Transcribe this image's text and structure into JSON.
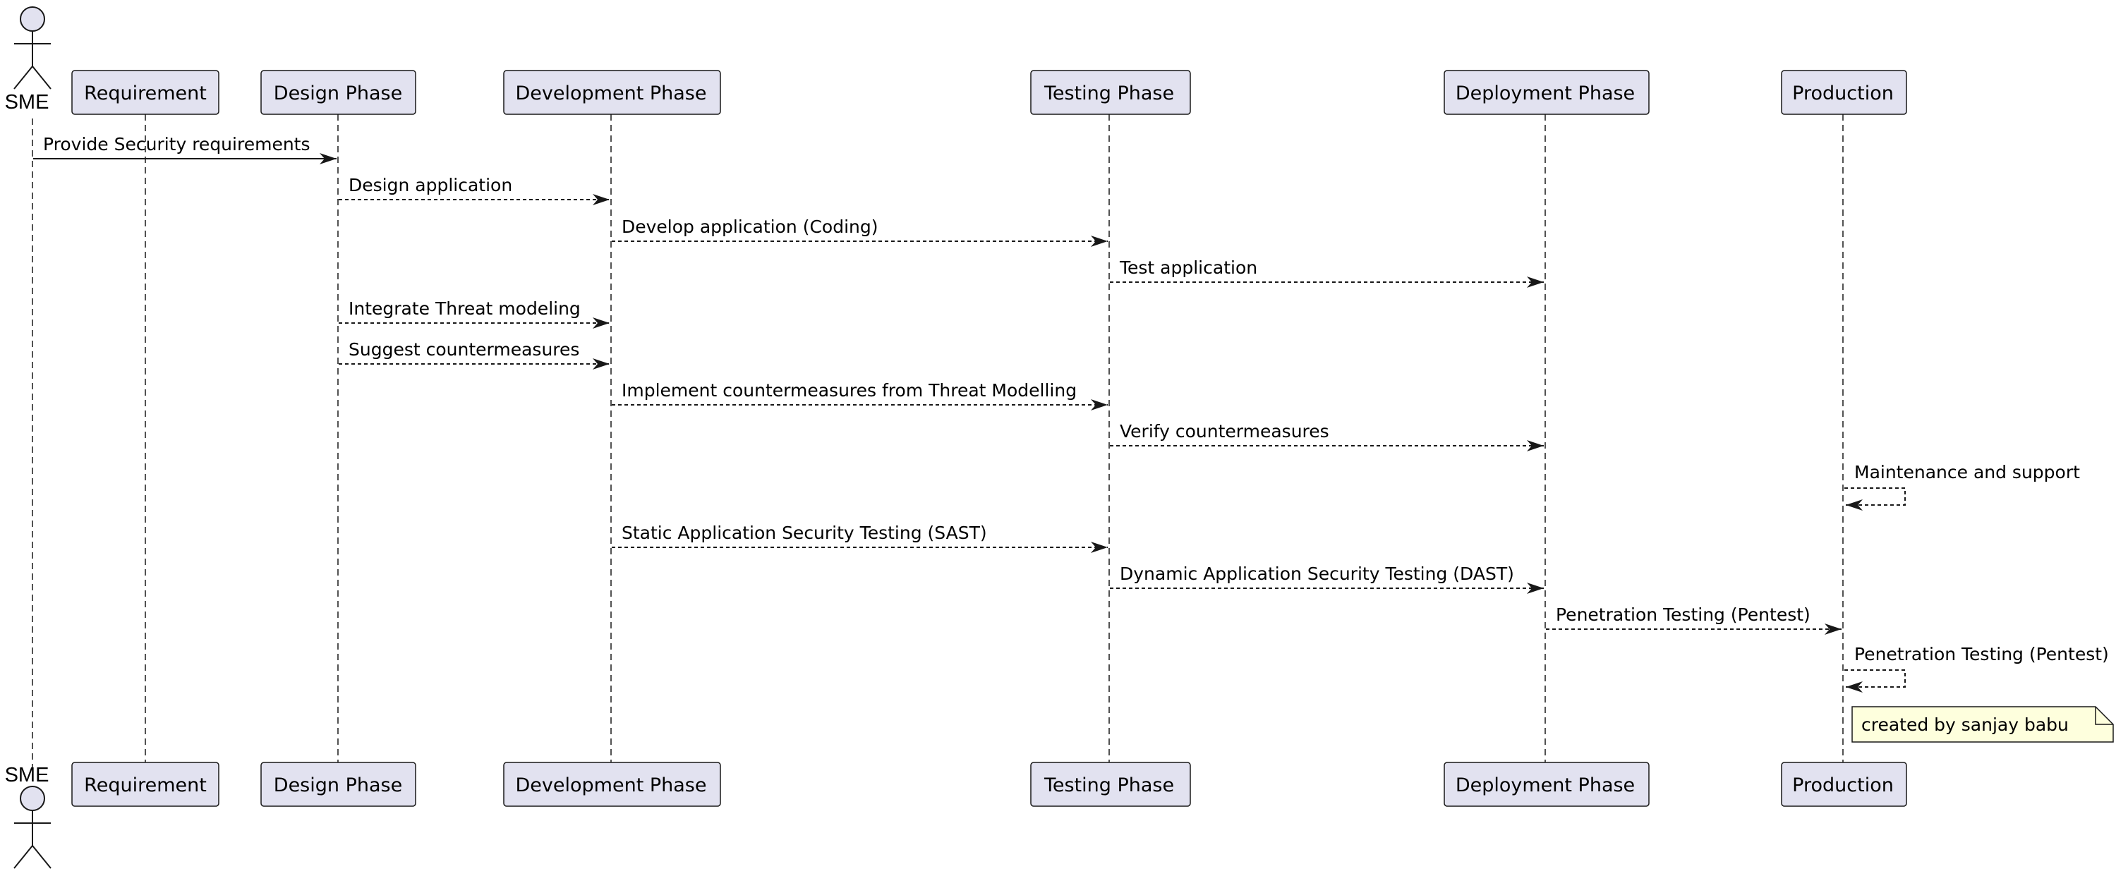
{
  "actor": {
    "name": "SME"
  },
  "participants": [
    {
      "id": "requirement",
      "label": "Requirement"
    },
    {
      "id": "design",
      "label": "Design Phase"
    },
    {
      "id": "development",
      "label": "Development Phase"
    },
    {
      "id": "testing",
      "label": "Testing Phase"
    },
    {
      "id": "deployment",
      "label": "Deployment Phase"
    },
    {
      "id": "production",
      "label": "Production"
    }
  ],
  "messages": [
    {
      "from": "sme",
      "to": "design",
      "label": "Provide Security requirements",
      "style": "solid"
    },
    {
      "from": "design",
      "to": "development",
      "label": "Design application",
      "style": "dotted"
    },
    {
      "from": "development",
      "to": "testing",
      "label": "Develop application (Coding)",
      "style": "dotted"
    },
    {
      "from": "testing",
      "to": "deployment",
      "label": "Test application",
      "style": "dotted"
    },
    {
      "from": "design",
      "to": "development",
      "label": "Integrate Threat modeling",
      "style": "dotted"
    },
    {
      "from": "design",
      "to": "development",
      "label": "Suggest countermeasures",
      "style": "dotted"
    },
    {
      "from": "development",
      "to": "testing",
      "label": "Implement countermeasures from Threat Modelling",
      "style": "dotted"
    },
    {
      "from": "testing",
      "to": "deployment",
      "label": "Verify countermeasures",
      "style": "dotted"
    },
    {
      "from": "production",
      "to": "production",
      "label": "Maintenance and support",
      "style": "dotted"
    },
    {
      "from": "development",
      "to": "testing",
      "label": "Static Application Security Testing (SAST)",
      "style": "dotted"
    },
    {
      "from": "testing",
      "to": "deployment",
      "label": "Dynamic Application Security Testing (DAST)",
      "style": "dotted"
    },
    {
      "from": "deployment",
      "to": "production",
      "label": "Penetration Testing (Pentest)",
      "style": "dotted"
    },
    {
      "from": "production",
      "to": "production",
      "label": "Penetration Testing (Pentest)",
      "style": "dotted"
    }
  ],
  "note": {
    "text": "created by sanjay babu"
  },
  "colors": {
    "participant_fill": "#E2E2F0",
    "participant_border": "#181818",
    "note_fill": "#FEFFDD",
    "line": "#181818"
  }
}
